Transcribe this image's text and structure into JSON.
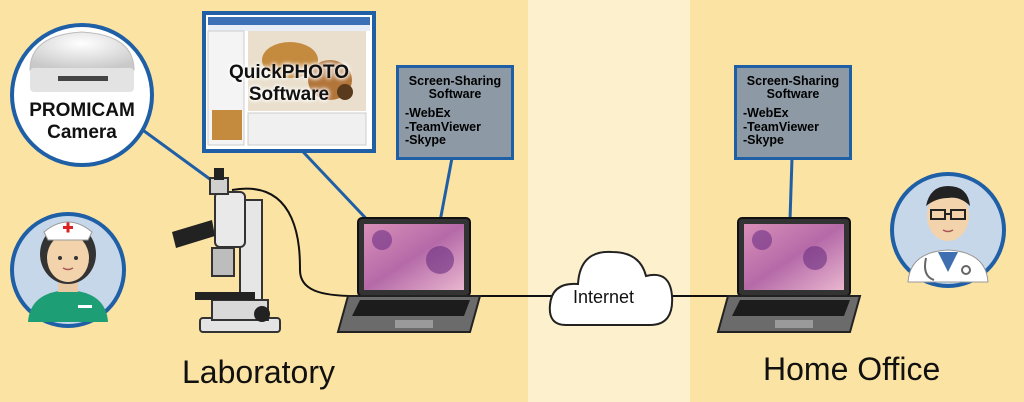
{
  "camera": {
    "name": "PROMICAM",
    "type": "Camera",
    "brand": "PROMICAM"
  },
  "software": {
    "name": "QuickPHOTO",
    "type": "Software"
  },
  "callouts": [
    {
      "title_line1": "Screen-Sharing",
      "title_line2": "Software",
      "items": [
        "-WebEx",
        "-TeamViewer",
        "-Skype"
      ]
    },
    {
      "title_line1": "Screen-Sharing",
      "title_line2": "Software",
      "items": [
        "-WebEx",
        "-TeamViewer",
        "-Skype"
      ]
    }
  ],
  "network": {
    "label": "Internet"
  },
  "locations": {
    "left": "Laboratory",
    "right": "Home Office"
  },
  "colors": {
    "background": "#fbe3a3",
    "middle_band": "#fdf0cc",
    "accent_blue": "#1f5fa6",
    "callout_gray": "#8d9aa6"
  },
  "icons": [
    "nurse-avatar-icon",
    "doctor-avatar-icon",
    "microscope-icon",
    "laptop-icon",
    "cloud-icon",
    "camera-icon"
  ]
}
